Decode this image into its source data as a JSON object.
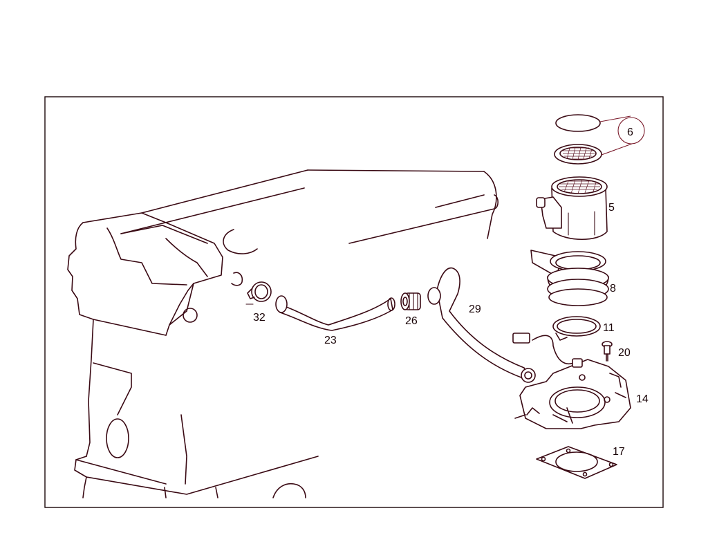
{
  "diagram": {
    "parts": [
      {
        "id": "p6",
        "label": "6",
        "circled": true
      },
      {
        "id": "p5",
        "label": "5"
      },
      {
        "id": "p8",
        "label": "8"
      },
      {
        "id": "p11",
        "label": "11"
      },
      {
        "id": "p20",
        "label": "20"
      },
      {
        "id": "p14",
        "label": "14"
      },
      {
        "id": "p17",
        "label": "17"
      },
      {
        "id": "p29",
        "label": "29"
      },
      {
        "id": "p26",
        "label": "26"
      },
      {
        "id": "p23",
        "label": "23"
      },
      {
        "id": "p32",
        "label": "32"
      }
    ],
    "colors": {
      "line": "#3a0a14",
      "leader": "#7a1a2a",
      "background": "#ffffff"
    }
  }
}
